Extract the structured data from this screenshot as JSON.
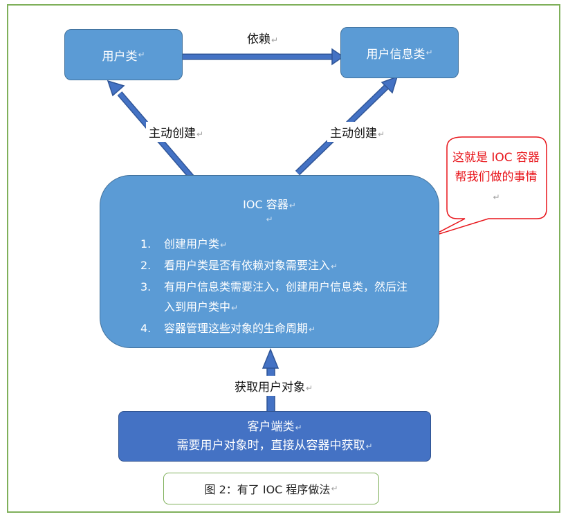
{
  "diagram": {
    "user_class": "用户类",
    "user_info_class": "用户信息类",
    "depends_label": "依赖",
    "create_left_label": "主动创建",
    "create_right_label": "主动创建",
    "ioc": {
      "title": "IOC 容器",
      "steps": [
        {
          "num": "1.",
          "text": "创建用户类"
        },
        {
          "num": "2.",
          "text": "看用户类是否有依赖对象需要注入"
        },
        {
          "num": "3.",
          "text": "有用户信息类需要注入，创建用户信息类，然后注入到用户类中"
        },
        {
          "num": "4.",
          "text": "容器管理这些对象的生命周期"
        }
      ]
    },
    "get_object_label": "获取用户对象",
    "client": {
      "title": "客户端类",
      "subtitle": "需要用户对象时，直接从容器中获取"
    },
    "callout": "这就是 IOC 容器帮我们做的事情",
    "caption": "图 2：有了 IOC 程序做法",
    "colors": {
      "box_fill": "#5b9bd5",
      "client_fill": "#4472c4",
      "arrow": "#4472c4",
      "callout_stroke": "#e8141a",
      "frame_green": "#7fb05a"
    }
  }
}
